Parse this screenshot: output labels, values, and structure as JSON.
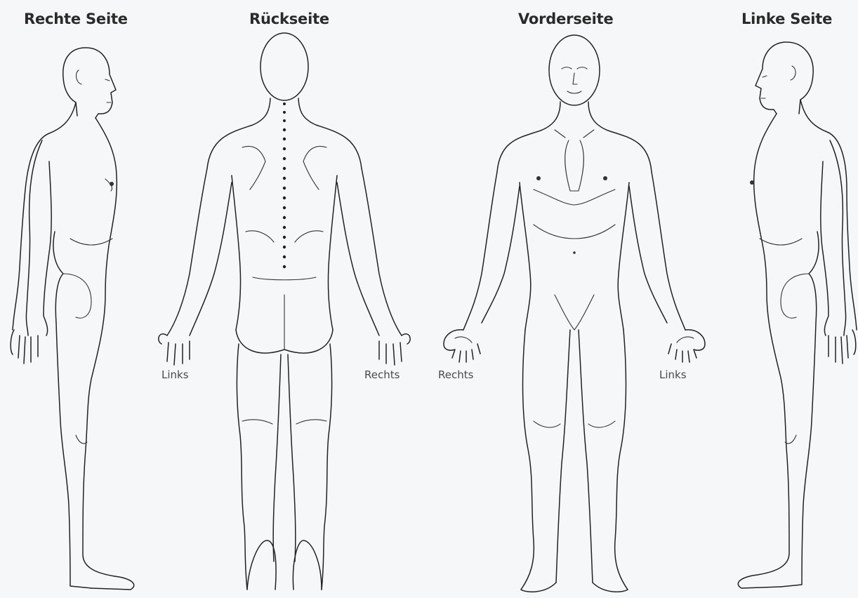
{
  "views": {
    "right_side": {
      "title": "Rechte Seite"
    },
    "back": {
      "title": "Rückseite",
      "label_left": "Links",
      "label_right": "Rechts"
    },
    "front": {
      "title": "Vorderseite",
      "label_left": "Rechts",
      "label_right": "Links"
    },
    "left_side": {
      "title": "Linke Seite"
    }
  }
}
